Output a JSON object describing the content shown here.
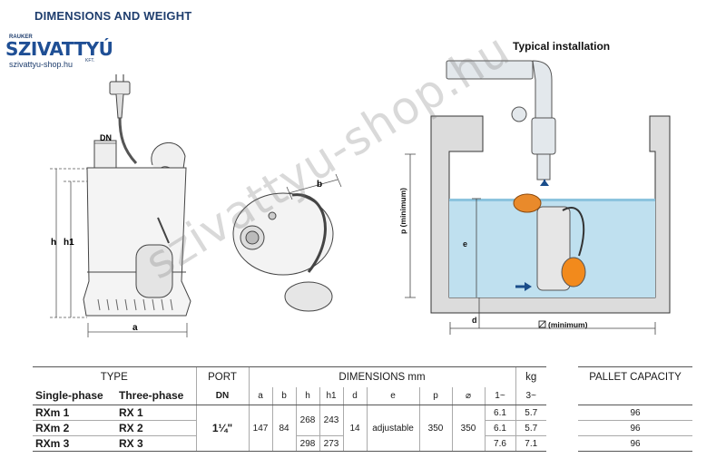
{
  "header": {
    "title": "DIMENSIONS AND WEIGHT"
  },
  "logo": {
    "small": "RAUKER",
    "main": "SZIVATTYÚ",
    "kft": "KFT.",
    "url": "szivattyu-shop.hu"
  },
  "installation": {
    "title": "Typical installation",
    "p_label": "p (minimum)",
    "e_label": "e",
    "d_label": "d",
    "min_label": "(minimum)"
  },
  "pump_dims": {
    "dn": "DN",
    "h": "h",
    "h1": "h1",
    "a": "a",
    "b": "b"
  },
  "watermark": "szivattyu-shop.hu",
  "table": {
    "type_header": "TYPE",
    "port_header": "PORT",
    "dims_header": "DIMENSIONS mm",
    "kg_header": "kg",
    "single_phase": "Single-phase",
    "three_phase": "Three-phase",
    "dn": "DN",
    "cols": {
      "a": "a",
      "b": "b",
      "h": "h",
      "h1": "h1",
      "d": "d",
      "e": "e",
      "p": "p",
      "diam": "⌀",
      "kg1": "1~",
      "kg3": "3~"
    },
    "rows": [
      {
        "single": "RXm 1",
        "three": "RX 1",
        "kg1": "6.1",
        "kg3": "5.7"
      },
      {
        "single": "RXm 2",
        "three": "RX 2",
        "kg1": "6.1",
        "kg3": "5.7"
      },
      {
        "single": "RXm 3",
        "three": "RX 3",
        "kg1": "7.6",
        "kg3": "7.1"
      }
    ],
    "port": "1¼\"",
    "a": "147",
    "b": "84",
    "h_12": "268",
    "h1_12": "243",
    "h_3": "298",
    "h1_3": "273",
    "d": "14",
    "e": "adjustable",
    "p": "350",
    "diam": "350"
  },
  "pallet": {
    "header": "PALLET CAPACITY",
    "values": [
      "96",
      "96",
      "96"
    ]
  }
}
